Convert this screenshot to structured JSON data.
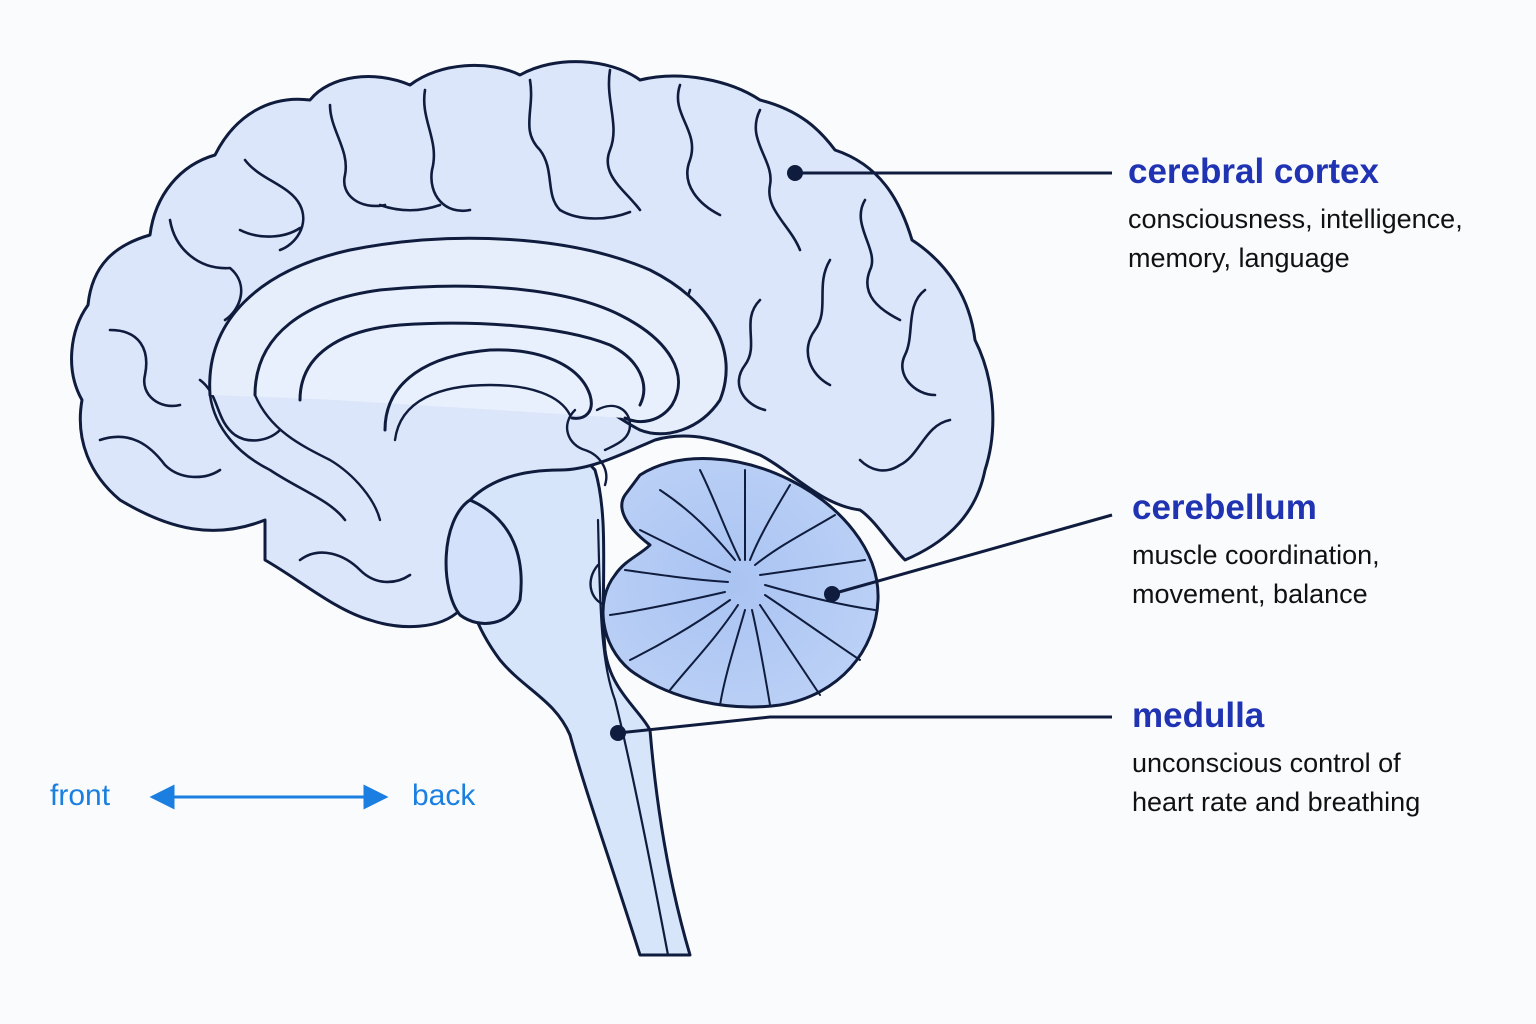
{
  "labels": {
    "cortex": {
      "title": "cerebral cortex",
      "desc1": "consciousness, intelligence,",
      "desc2": "memory, language"
    },
    "cerebellum": {
      "title": "cerebellum",
      "desc1": "muscle coordination,",
      "desc2": "movement, balance"
    },
    "medulla": {
      "title": "medulla",
      "desc1": "unconscious control of",
      "desc2": "heart rate and breathing"
    }
  },
  "orientation": {
    "front": "front",
    "back": "back"
  },
  "colors": {
    "outline": "#0f1c3d",
    "brain_fill": "#dbe6fa",
    "inner_fill": "#e3ecfb",
    "cerebellum_fill": "#b6cdf5",
    "title": "#1f33b3",
    "arrow": "#1a7fe0"
  }
}
